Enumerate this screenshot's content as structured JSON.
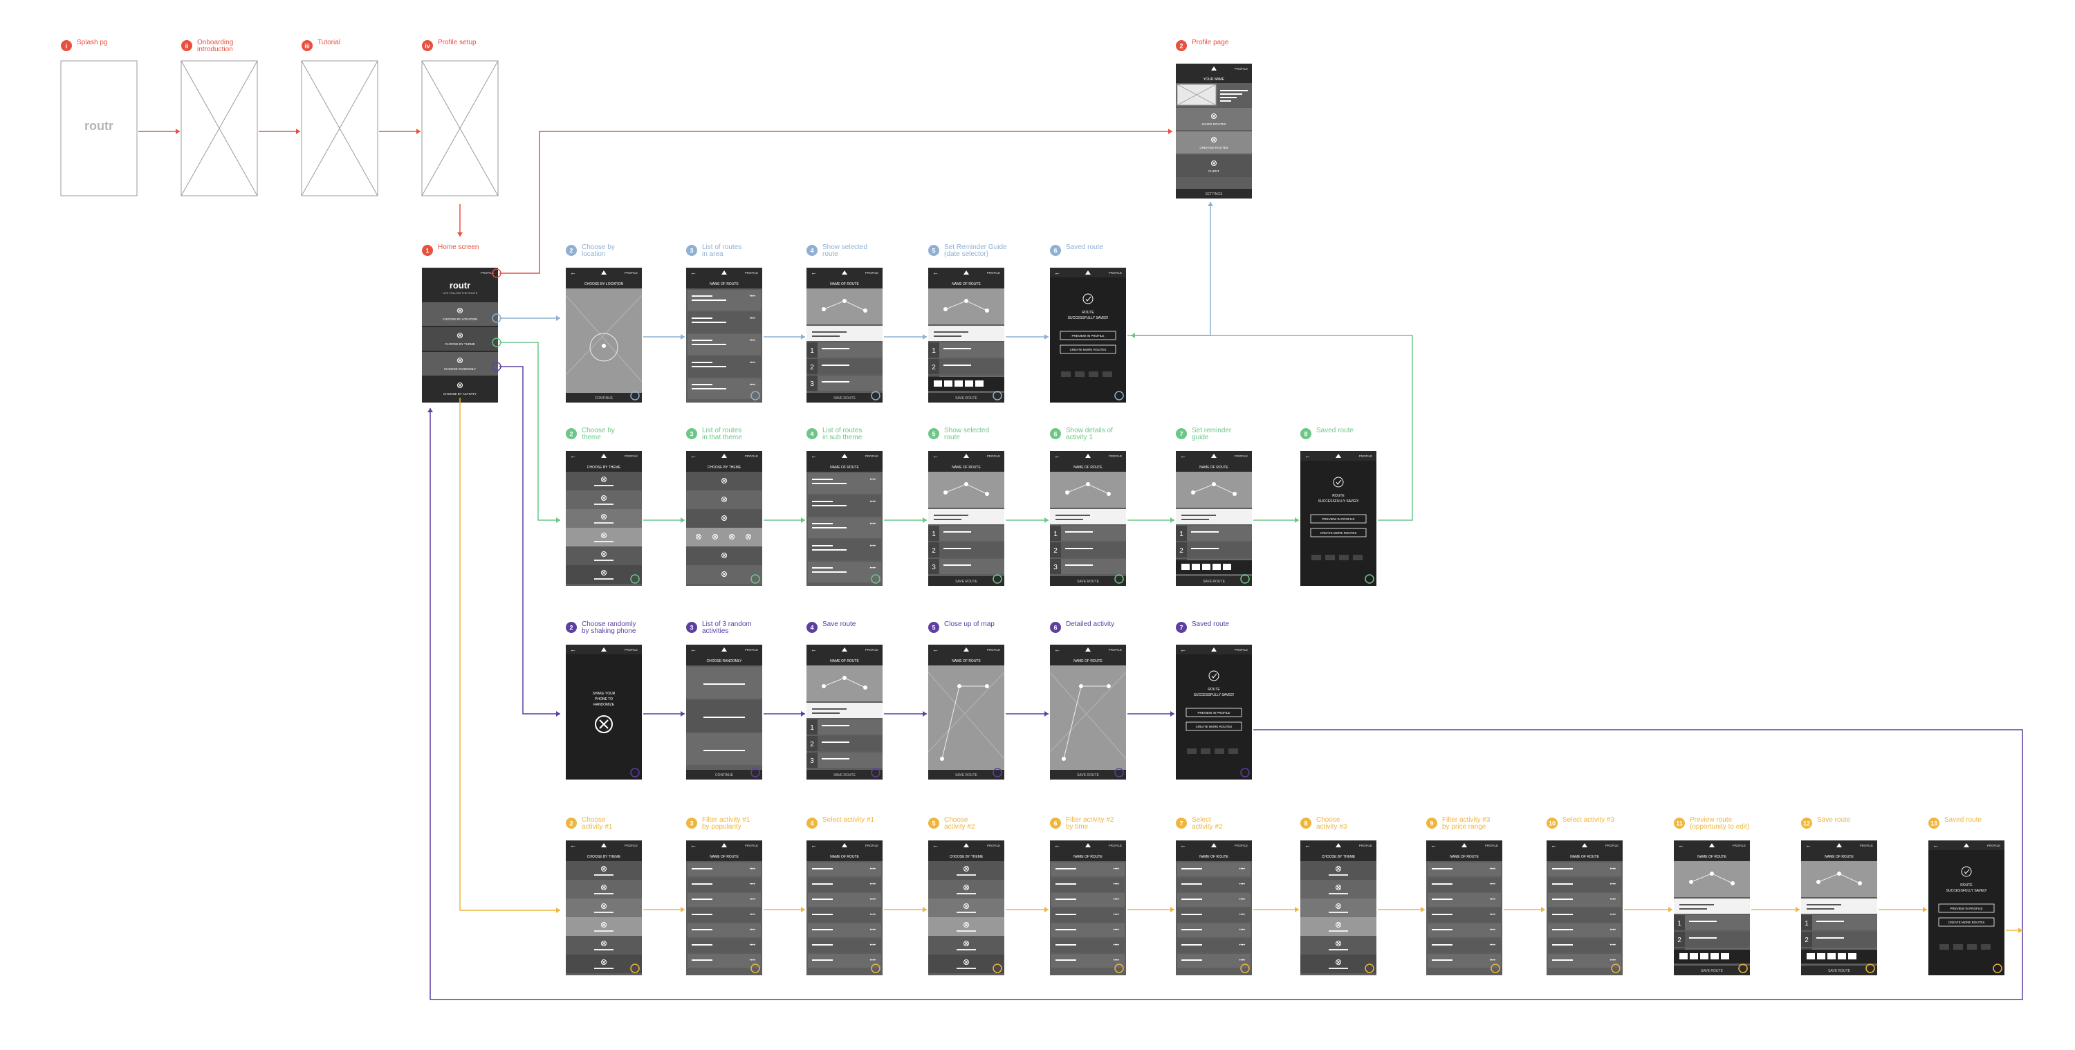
{
  "colors": {
    "red": "#e8513f",
    "blue": "#8fb0d3",
    "green": "#6cc787",
    "purple": "#5d3fa0",
    "yellow": "#f0b63c",
    "screen_dark": "#3b3b3b",
    "screen_mid": "#5e5e5e",
    "screen_light": "#8a8a8a",
    "frame_line": "#9a9a9a"
  },
  "top_row": [
    {
      "num": "i",
      "title": [
        "Splash pg"
      ],
      "logo": "routr"
    },
    {
      "num": "ii",
      "title": [
        "Onboarding",
        "introduction"
      ]
    },
    {
      "num": "iii",
      "title": [
        "Tutorial"
      ]
    },
    {
      "num": "iv",
      "title": [
        "Profile setup"
      ]
    }
  ],
  "profile_page": {
    "num": "2",
    "title": [
      "Profile page"
    ],
    "header": "PROFILE",
    "name_label": "YOUR NAME",
    "menu": [
      "SAVED ROUTES",
      "CREATED ROUTES",
      "CLIENT"
    ],
    "footer": "SETTINGS"
  },
  "home": {
    "num": "1",
    "title": [
      "Home screen"
    ],
    "logo": "routr",
    "tagline": "LIVE FOLLOW THE ROUTE",
    "items": [
      "CHOOSE BY LOCATION",
      "CHOOSE BY THEME",
      "CHOOSE RANDOMLY",
      "CHOOSE BY ACTIVITY"
    ]
  },
  "rows": [
    {
      "color": "blue",
      "screens": [
        {
          "num": "2",
          "title": [
            "Choose by",
            "location"
          ],
          "kind": "map"
        },
        {
          "num": "3",
          "title": [
            "List of routes",
            "in area"
          ],
          "kind": "list"
        },
        {
          "num": "4",
          "title": [
            "Show selected",
            "route"
          ],
          "kind": "route"
        },
        {
          "num": "5",
          "title": [
            "Set Reminder Guide",
            "(date selector)"
          ],
          "kind": "reminder"
        },
        {
          "num": "6",
          "title": [
            "Saved route"
          ],
          "kind": "saved"
        }
      ]
    },
    {
      "color": "green",
      "screens": [
        {
          "num": "2",
          "title": [
            "Choose by",
            "theme"
          ],
          "kind": "menu"
        },
        {
          "num": "3",
          "title": [
            "List of routes",
            "in that theme"
          ],
          "kind": "icons"
        },
        {
          "num": "4",
          "title": [
            "List of routes",
            "in sub theme"
          ],
          "kind": "list"
        },
        {
          "num": "5",
          "title": [
            "Show selected",
            "route"
          ],
          "kind": "route"
        },
        {
          "num": "6",
          "title": [
            "Show details of",
            "activity 1"
          ],
          "kind": "route"
        },
        {
          "num": "7",
          "title": [
            "Set reminder",
            "guide"
          ],
          "kind": "reminder"
        },
        {
          "num": "8",
          "title": [
            "Saved route"
          ],
          "kind": "saved"
        }
      ]
    },
    {
      "color": "purple",
      "screens": [
        {
          "num": "2",
          "title": [
            "Choose randomly",
            "by shaking phone"
          ],
          "kind": "shake"
        },
        {
          "num": "3",
          "title": [
            "List of 3 random",
            "activities"
          ],
          "kind": "random"
        },
        {
          "num": "4",
          "title": [
            "Save route"
          ],
          "kind": "route"
        },
        {
          "num": "5",
          "title": [
            "Close up of map"
          ],
          "kind": "mapbig"
        },
        {
          "num": "6",
          "title": [
            "Detailed activity"
          ],
          "kind": "mapbig"
        },
        {
          "num": "7",
          "title": [
            "Saved route"
          ],
          "kind": "saved"
        }
      ]
    },
    {
      "color": "yellow",
      "screens": [
        {
          "num": "2",
          "title": [
            "Choose",
            "activity #1"
          ],
          "kind": "menu"
        },
        {
          "num": "3",
          "title": [
            "Filter activity #1",
            "by popularity"
          ],
          "kind": "filter"
        },
        {
          "num": "4",
          "title": [
            "Select activity #1"
          ],
          "kind": "filter"
        },
        {
          "num": "5",
          "title": [
            "Choose",
            "activity #2"
          ],
          "kind": "menu"
        },
        {
          "num": "6",
          "title": [
            "Filter activity #2",
            "by time"
          ],
          "kind": "filter"
        },
        {
          "num": "7",
          "title": [
            "Select",
            "activity #2"
          ],
          "kind": "filter"
        },
        {
          "num": "8",
          "title": [
            "Choose",
            "activity #3"
          ],
          "kind": "menu"
        },
        {
          "num": "9",
          "title": [
            "Filter activity #3",
            "by price range"
          ],
          "kind": "filter"
        },
        {
          "num": "10",
          "title": [
            "Select activity #3"
          ],
          "kind": "filter"
        },
        {
          "num": "11",
          "title": [
            "Preview route",
            "(opportunity to edit)"
          ],
          "kind": "reminder"
        },
        {
          "num": "12",
          "title": [
            "Save route"
          ],
          "kind": "reminder"
        },
        {
          "num": "13",
          "title": [
            "Saved route"
          ],
          "kind": "saved"
        }
      ]
    }
  ],
  "screen_text": {
    "profile": "PROFILE",
    "name_of_route": "NAME OF ROUTE",
    "save_route": "SAVE ROUTE",
    "continue": "CONTINUE",
    "saved_msg": "ROUTE",
    "saved_msg2": "SUCCESSFULLY SAVED!",
    "preview": "PREVIEW IN PROFILE",
    "create_more": "CREATE MORE ROUTES",
    "shake": "SHAKE YOUR PHONE TO RANDOMIZE",
    "choose_randomly": "CHOOSE RANDOMLY",
    "choose_location": "CHOOSE BY LOCATION",
    "choose_theme": "CHOOSE BY THEME"
  }
}
